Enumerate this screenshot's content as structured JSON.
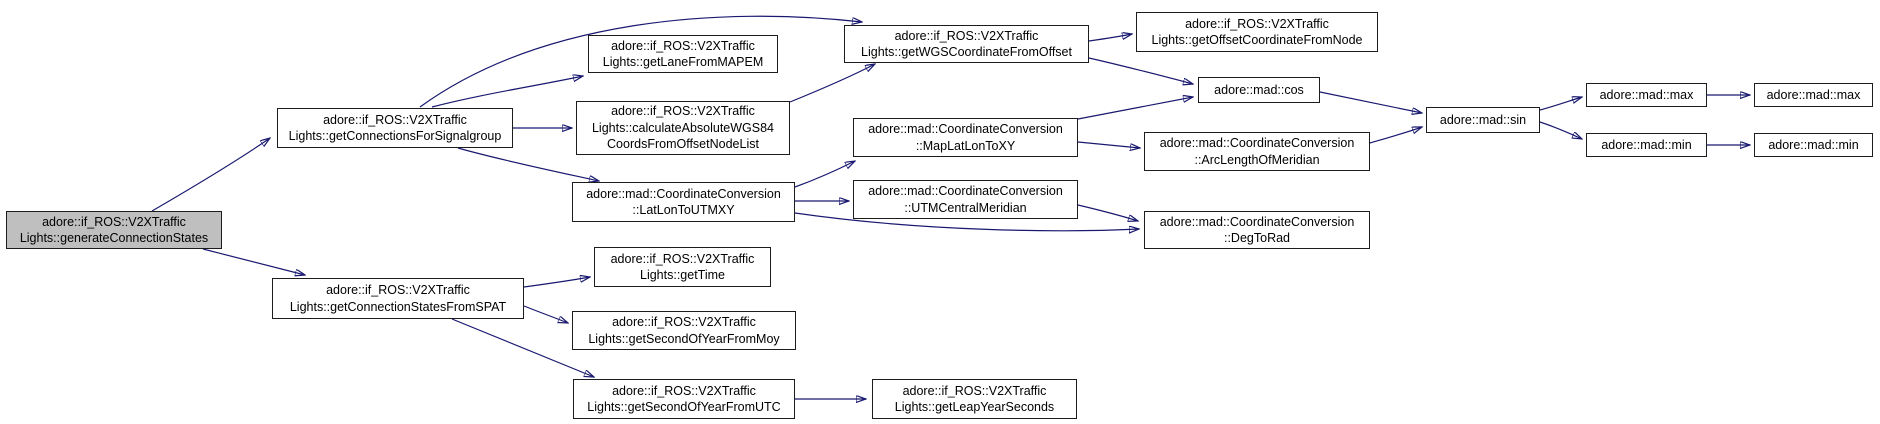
{
  "diagram": {
    "type": "call-graph",
    "colors": {
      "edge": "#191970",
      "node_border": "#1c1c1c",
      "node_fill": "#ffffff",
      "highlight_fill": "#bfbfbf",
      "text": "#000000",
      "background": "#ffffff"
    },
    "nodes": {
      "generateConnectionStates": {
        "label": "adore::if_ROS::V2XTraffic\nLights::generateConnectionStates",
        "highlighted": true
      },
      "getConnectionsForSignalgroup": {
        "label": "adore::if_ROS::V2XTraffic\nLights::getConnectionsForSignalgroup"
      },
      "getLaneFromMAPEM": {
        "label": "adore::if_ROS::V2XTraffic\nLights::getLaneFromMAPEM"
      },
      "calculateAbsoluteWGS84CoordsFromOffsetNodeList": {
        "label": "adore::if_ROS::V2XTraffic\nLights::calculateAbsoluteWGS84\nCoordsFromOffsetNodeList"
      },
      "LatLonToUTMXY": {
        "label": "adore::mad::CoordinateConversion\n::LatLonToUTMXY"
      },
      "getWGSCoordinateFromOffset": {
        "label": "adore::if_ROS::V2XTraffic\nLights::getWGSCoordinateFromOffset"
      },
      "getOffsetCoordinateFromNode": {
        "label": "adore::if_ROS::V2XTraffic\nLights::getOffsetCoordinateFromNode"
      },
      "cos": {
        "label": "adore::mad::cos"
      },
      "MapLatLonToXY": {
        "label": "adore::mad::CoordinateConversion\n::MapLatLonToXY"
      },
      "ArcLengthOfMeridian": {
        "label": "adore::mad::CoordinateConversion\n::ArcLengthOfMeridian"
      },
      "UTMCentralMeridian": {
        "label": "adore::mad::CoordinateConversion\n::UTMCentralMeridian"
      },
      "DegToRad": {
        "label": "adore::mad::CoordinateConversion\n::DegToRad"
      },
      "sin": {
        "label": "adore::mad::sin"
      },
      "max": {
        "label": "adore::mad::max"
      },
      "min": {
        "label": "adore::mad::min"
      },
      "max2": {
        "label": "adore::mad::max"
      },
      "min2": {
        "label": "adore::mad::min"
      },
      "getConnectionStatesFromSPAT": {
        "label": "adore::if_ROS::V2XTraffic\nLights::getConnectionStatesFromSPAT"
      },
      "getTime": {
        "label": "adore::if_ROS::V2XTraffic\nLights::getTime"
      },
      "getSecondOfYearFromMoy": {
        "label": "adore::if_ROS::V2XTraffic\nLights::getSecondOfYearFromMoy"
      },
      "getSecondOfYearFromUTC": {
        "label": "adore::if_ROS::V2XTraffic\nLights::getSecondOfYearFromUTC"
      },
      "getLeapYearSeconds": {
        "label": "adore::if_ROS::V2XTraffic\nLights::getLeapYearSeconds"
      }
    },
    "edges": [
      {
        "from": "generateConnectionStates",
        "to": "getConnectionsForSignalgroup"
      },
      {
        "from": "generateConnectionStates",
        "to": "getConnectionStatesFromSPAT"
      },
      {
        "from": "getConnectionsForSignalgroup",
        "to": "getWGSCoordinateFromOffset"
      },
      {
        "from": "getConnectionsForSignalgroup",
        "to": "getLaneFromMAPEM"
      },
      {
        "from": "getConnectionsForSignalgroup",
        "to": "calculateAbsoluteWGS84CoordsFromOffsetNodeList"
      },
      {
        "from": "getConnectionsForSignalgroup",
        "to": "LatLonToUTMXY"
      },
      {
        "from": "calculateAbsoluteWGS84CoordsFromOffsetNodeList",
        "to": "getWGSCoordinateFromOffset"
      },
      {
        "from": "getWGSCoordinateFromOffset",
        "to": "getOffsetCoordinateFromNode"
      },
      {
        "from": "getWGSCoordinateFromOffset",
        "to": "cos"
      },
      {
        "from": "MapLatLonToXY",
        "to": "cos"
      },
      {
        "from": "MapLatLonToXY",
        "to": "ArcLengthOfMeridian"
      },
      {
        "from": "cos",
        "to": "sin"
      },
      {
        "from": "ArcLengthOfMeridian",
        "to": "sin"
      },
      {
        "from": "sin",
        "to": "max"
      },
      {
        "from": "sin",
        "to": "min"
      },
      {
        "from": "max",
        "to": "max2"
      },
      {
        "from": "min",
        "to": "min2"
      },
      {
        "from": "LatLonToUTMXY",
        "to": "MapLatLonToXY"
      },
      {
        "from": "LatLonToUTMXY",
        "to": "UTMCentralMeridian"
      },
      {
        "from": "LatLonToUTMXY",
        "to": "DegToRad"
      },
      {
        "from": "UTMCentralMeridian",
        "to": "DegToRad"
      },
      {
        "from": "getConnectionStatesFromSPAT",
        "to": "getTime"
      },
      {
        "from": "getConnectionStatesFromSPAT",
        "to": "getSecondOfYearFromMoy"
      },
      {
        "from": "getConnectionStatesFromSPAT",
        "to": "getSecondOfYearFromUTC"
      },
      {
        "from": "getSecondOfYearFromUTC",
        "to": "getLeapYearSeconds"
      }
    ]
  }
}
